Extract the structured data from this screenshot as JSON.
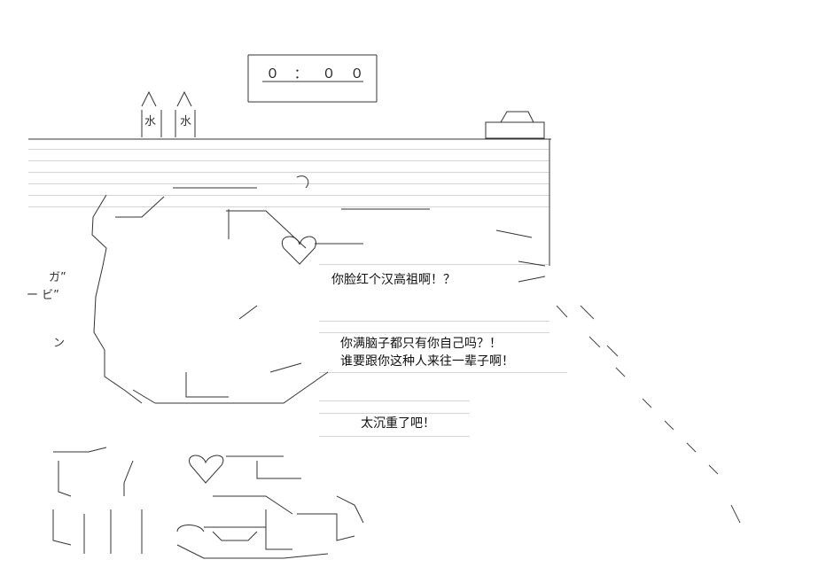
{
  "clock": {
    "display": "０ ： ０ ０"
  },
  "cans": {
    "left_label": "水",
    "right_label": "水"
  },
  "speech": {
    "line1": "你脸红个汉高祖啊！？",
    "line2": "你满脑子都只有你自己吗？！",
    "line3": "谁要跟你这种人来往一辈子啊！",
    "line4": "太沉重了吧！"
  },
  "sfx": {
    "ga": "ガ”",
    "bi": "ー ビ”",
    "n": "ン"
  }
}
